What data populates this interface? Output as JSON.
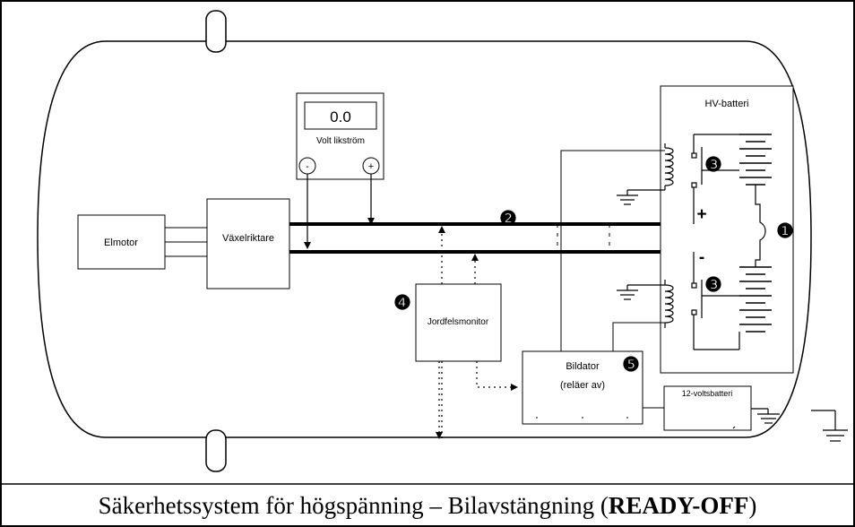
{
  "components": {
    "motor": "Elmotor",
    "inverter": "Växelriktare",
    "voltmeter_reading": "0.0",
    "voltmeter_label": "Volt likström",
    "voltmeter_minus": "-",
    "voltmeter_plus": "+",
    "hv_battery": "HV-batteri",
    "ground_fault_monitor": "Jordfelsmonitor",
    "computer": "Bildator",
    "computer_status": "(reläer av)",
    "aux_battery": "12-voltsbatteri",
    "hv_plus": "+",
    "hv_minus": "-"
  },
  "markers": {
    "m1": "❶",
    "m2": "❷",
    "m3a": "❸",
    "m3b": "❸",
    "m4": "❹",
    "m5": "❺"
  },
  "caption": {
    "prefix": "Säkerhetssystem för högspänning – Bilavstängning (",
    "bold": "READY-OFF",
    "suffix": ")"
  }
}
